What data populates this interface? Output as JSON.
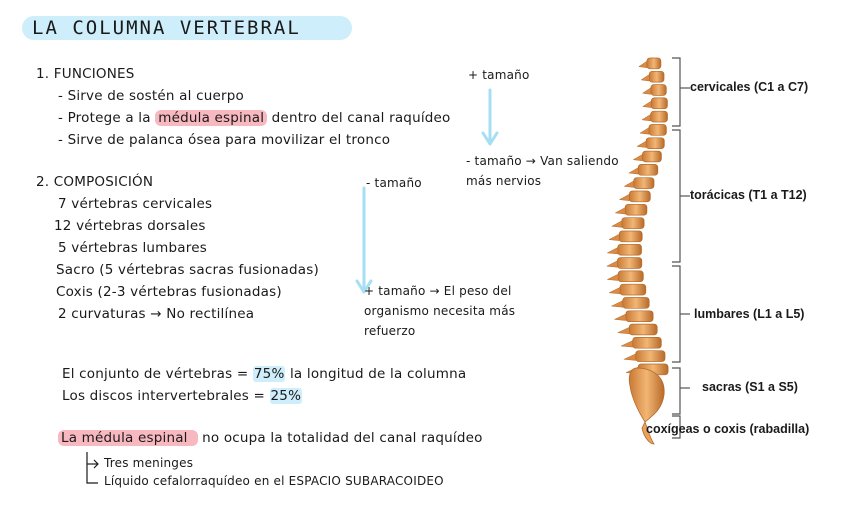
{
  "colors": {
    "title_bg": "#cdeefa",
    "highlight_pink": "#f7b8c0",
    "highlight_blue": "#cdeefa",
    "arrow_blue": "#a6def3",
    "bone": "#e9a35b",
    "bone_dark": "#b76a2a",
    "bracket": "#555555"
  },
  "title": "LA COLUMNA VERTEBRAL",
  "funciones": {
    "heading": "1. FUNCIONES",
    "items": [
      {
        "prefix": "- Sirve de sostén al cuerpo",
        "highlight": "",
        "suffix": ""
      },
      {
        "prefix": "- Protege a la ",
        "highlight": "médula espinal",
        "suffix": " dentro del canal raquídeo"
      },
      {
        "prefix": "- Sirve de palanca ósea para movilizar el tronco",
        "highlight": "",
        "suffix": ""
      }
    ]
  },
  "composicion": {
    "heading": "2. COMPOSICIÓN",
    "items": [
      "7 vértebras cervicales",
      "12 vértebras dorsales",
      "5 vértebras lumbares",
      "Sacro (5 vértebras sacras fusionadas)",
      "Coxis (2-3 vértebras fusionadas)",
      "2 curvaturas → No rectilínea"
    ]
  },
  "notes": {
    "size_top_plus": "+ tamaño",
    "size_top_minus_1": "- tamaño → Van saliendo",
    "size_top_minus_2": "más nervios",
    "size_mid_minus": "- tamaño",
    "size_mid_plus_1": "+ tamaño → El peso del",
    "size_mid_plus_2": "organismo necesita más",
    "size_mid_plus_3": "refuerzo"
  },
  "proportions": {
    "line1_prefix": "El conjunto de vértebras = ",
    "line1_pct": "75%",
    "line1_suffix": " la longitud de la columna",
    "line2_prefix": "Los discos intervertebrales = ",
    "line2_pct": "25%"
  },
  "medula": {
    "highlight": "La médula espinal",
    "suffix": " no ocupa la totalidad del canal raquídeo",
    "subitems": [
      "Tres meninges",
      "Líquido cefalorraquídeo en el ESPACIO SUBARACOIDEO"
    ]
  },
  "spine_labels": {
    "cervicales": "cervicales (C1 a C7)",
    "toracicas": "torácicas (T1 a T12)",
    "lumbares": "lumbares (L1 a L5)",
    "sacras": "sacras (S1 a S5)",
    "coxigeas": "coxígeas o coxis (rabadilla)"
  }
}
